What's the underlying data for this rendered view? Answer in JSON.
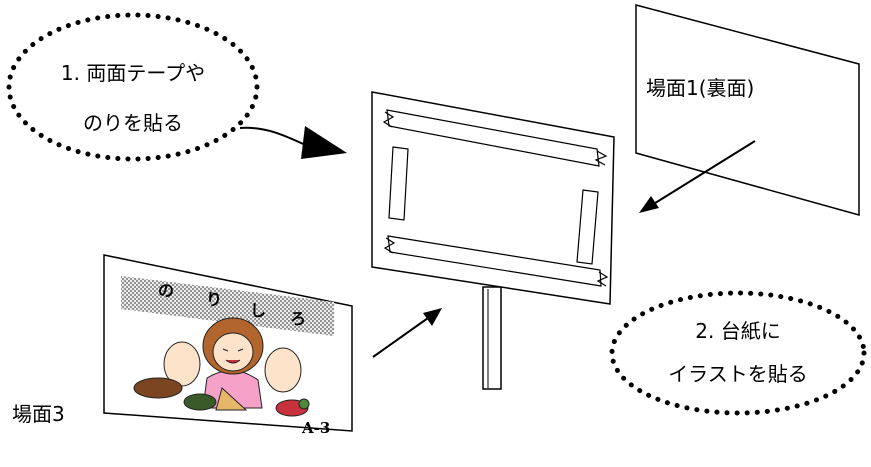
{
  "step1": {
    "line1": "1. 両面テープや",
    "line2": "のりを貼る"
  },
  "step2": {
    "line1": "2. 台紙に",
    "line2": "イラストを貼る"
  },
  "scene1_label": "場面1(裏面)",
  "scene3_label": "場面3",
  "scene3_card": {
    "chars": [
      "の",
      "り",
      "し",
      "ろ"
    ],
    "code": "A-3"
  }
}
